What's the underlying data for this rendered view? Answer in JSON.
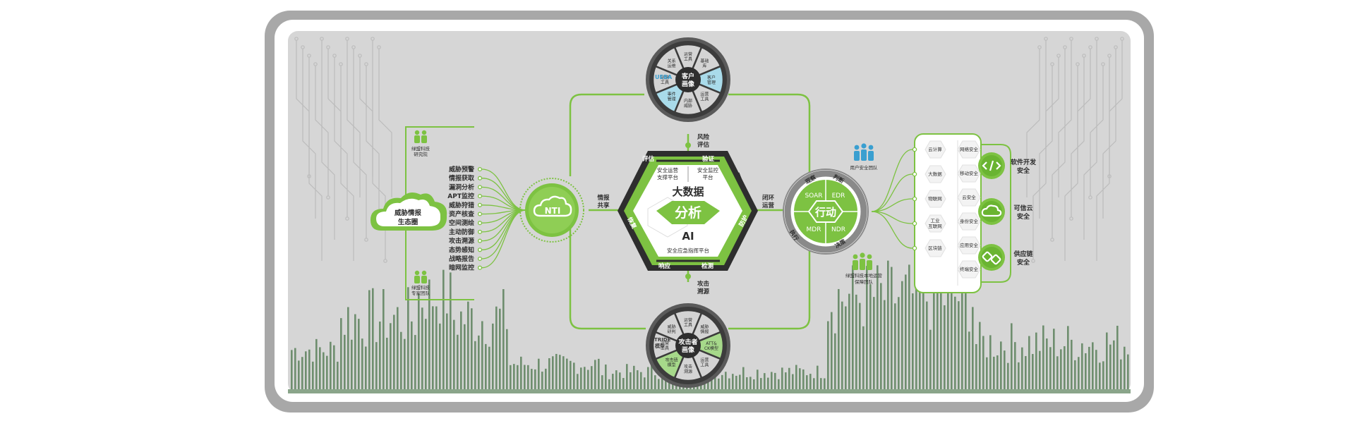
{
  "colors": {
    "green": "#7dc242",
    "dark_green": "#4a8a1e",
    "dark": "#2e2e2e",
    "light_blue": "#a9dbea",
    "frame": "#a8a8a8",
    "panel": "#d6d6d6"
  },
  "left": {
    "cloud_label": [
      "威胁情报",
      "生态圈"
    ],
    "team_top": [
      "绿盟科技",
      "研究院"
    ],
    "team_bottom": [
      "绿盟科技",
      "专家团队"
    ],
    "capabilities": [
      "威胁预警",
      "情报获取",
      "漏洞分析",
      "APT监控",
      "威胁狩猎",
      "资产核查",
      "空间测绘",
      "主动防御",
      "攻击溯源",
      "态势感知",
      "战略报告",
      "暗网监控"
    ]
  },
  "nti": {
    "label": "NTI",
    "share": [
      "情报",
      "共享"
    ]
  },
  "center": {
    "corners": {
      "evaluate": "评估",
      "verify": "验证",
      "protect": "防护",
      "detect": "检测",
      "respond": "响应",
      "recover": "恢复"
    },
    "platform_left": [
      "安全运营",
      "支撑平台"
    ],
    "platform_right": [
      "安全监控",
      "平台"
    ],
    "bigdata": "大数据",
    "analysis": "分析",
    "ai": "AI",
    "command": "安全应急指挥平台",
    "risk": [
      "风险",
      "评估"
    ],
    "trace": [
      "攻击",
      "溯源"
    ],
    "closed_loop": [
      "闭环",
      "运营"
    ]
  },
  "customer": {
    "title": [
      "客户",
      "画像"
    ],
    "segments": [
      "运营工具",
      "基础库",
      "客户管理",
      "运营工具",
      "内部威胁",
      "事件管理",
      "运营工具",
      "关系运维"
    ],
    "ueba": "UEBA"
  },
  "attacker": {
    "title": [
      "攻击者",
      "画像"
    ],
    "segments": [
      "运营工具",
      "威胁情报",
      "ATT&CK模型",
      "运营工具",
      "攻击溯源",
      "攻击链模型",
      "运营工具",
      "威胁研判"
    ],
    "stride": [
      "STRIDE",
      "模型"
    ]
  },
  "action": {
    "label": "行动",
    "quadrants": [
      "SOAR",
      "EDR",
      "MDR",
      "NDR"
    ],
    "ring": {
      "observe": "观察",
      "judge": "判断",
      "decide": "决策",
      "execute": "执行"
    },
    "team_top": "用户安全团队",
    "team_bottom": "绿盟科技本地运营保障团队"
  },
  "right": {
    "scenarios_left": [
      "云计算",
      "大数据",
      "物联网",
      "工业互联网",
      "区块链"
    ],
    "scenarios_right": [
      "网络安全",
      "移动安全",
      "云安全",
      "身份安全",
      "应用安全",
      "终端安全"
    ],
    "outcomes": [
      [
        "软件开发",
        "安全"
      ],
      [
        "可信云",
        "安全"
      ],
      [
        "供应链",
        "安全"
      ]
    ]
  }
}
